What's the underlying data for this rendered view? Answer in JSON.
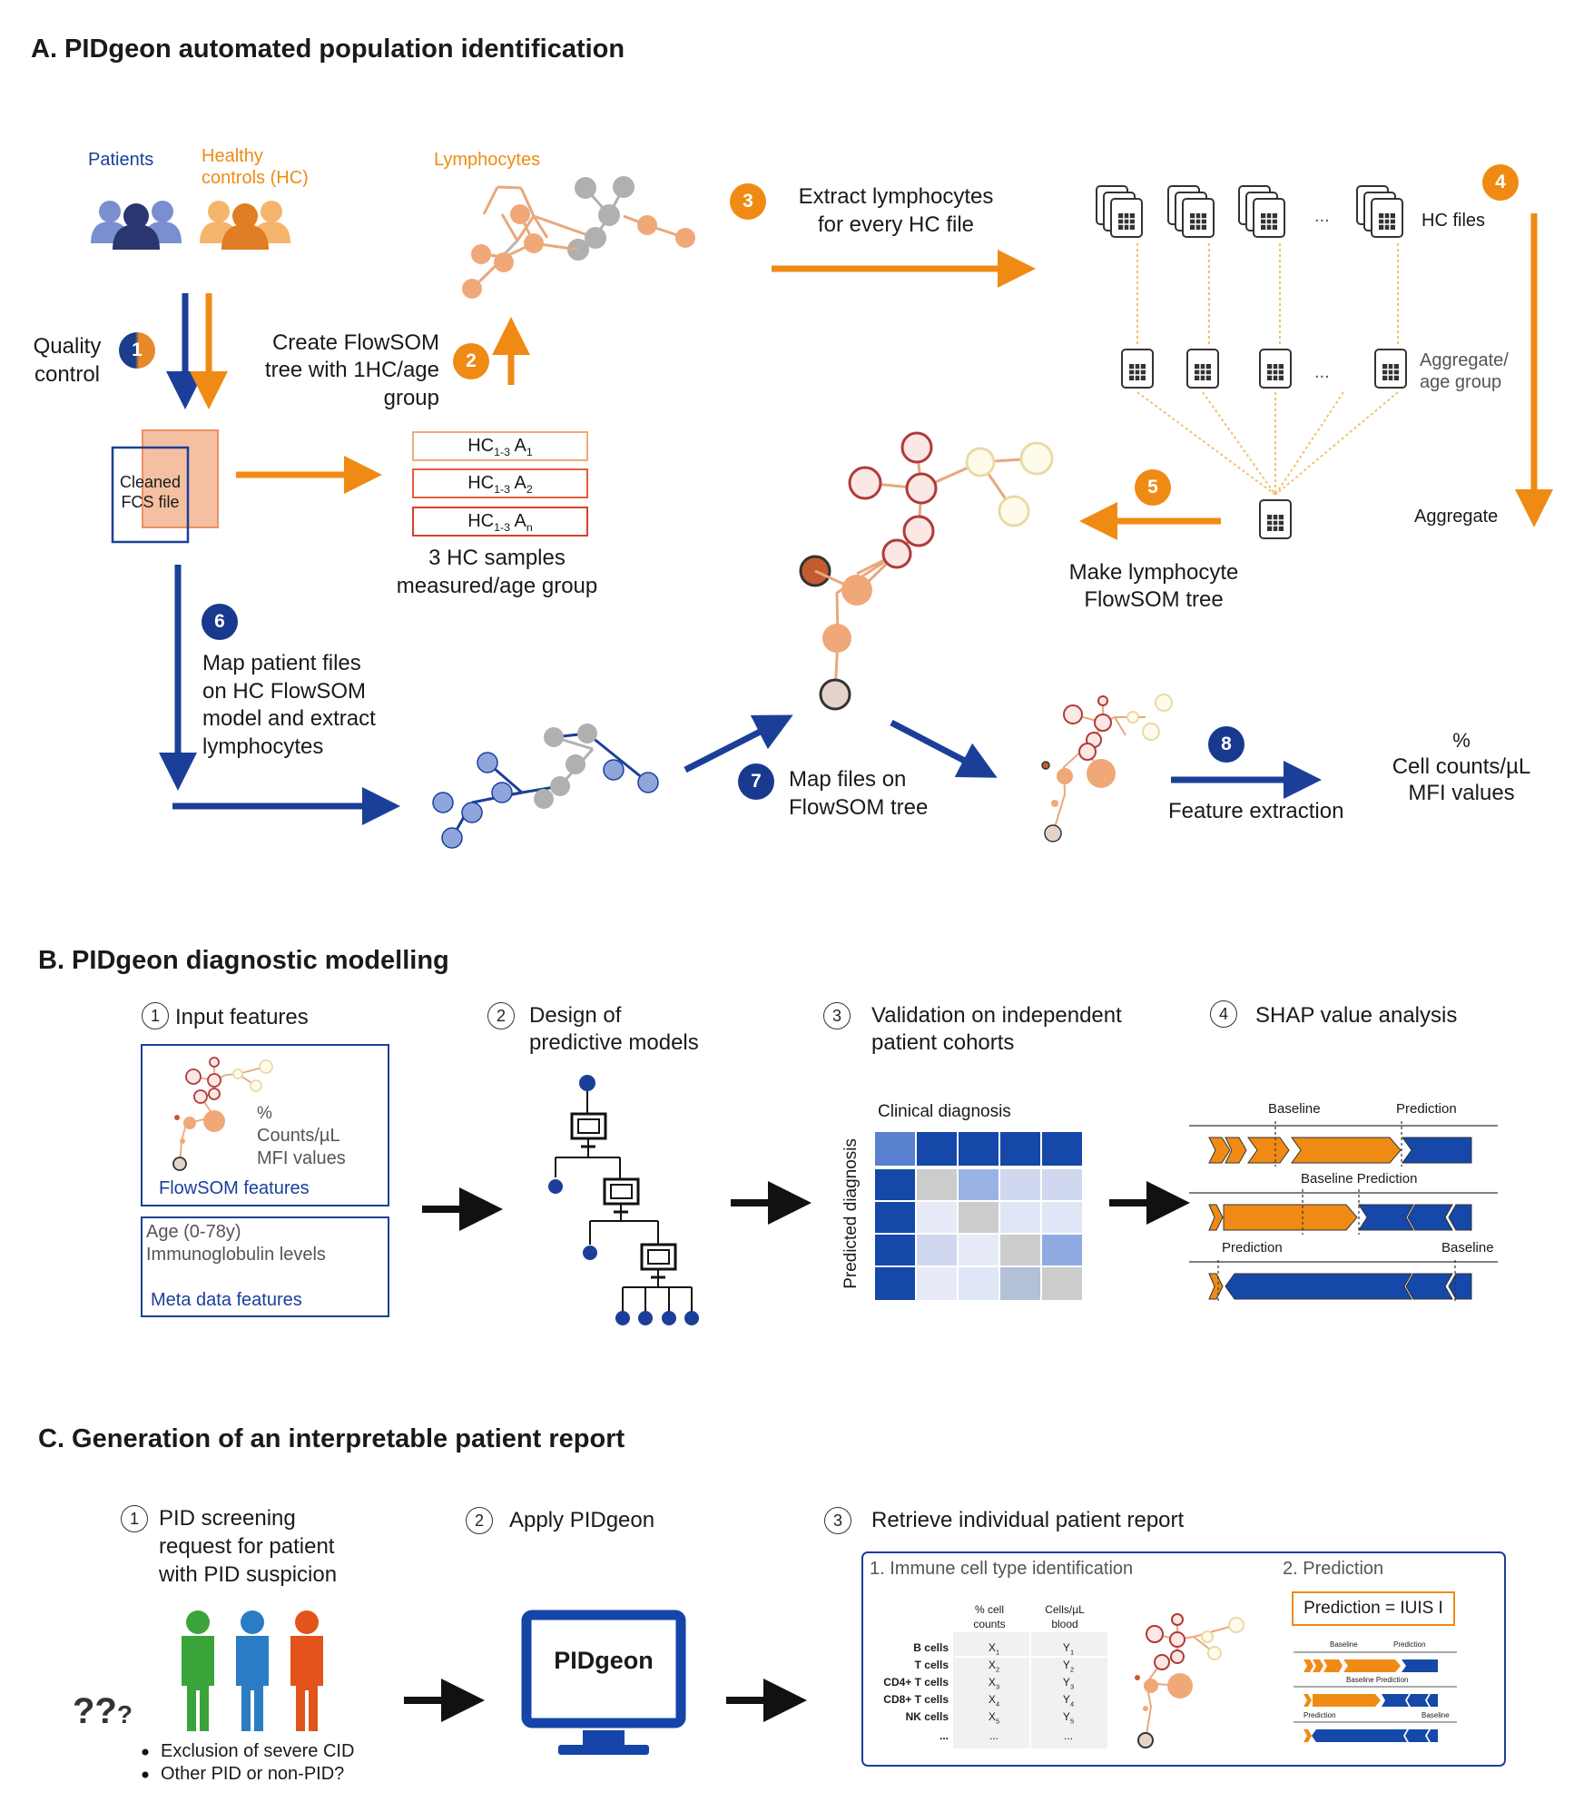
{
  "sectionA": {
    "title": "A. PIDgeon automated population identification",
    "patients_label": "Patients",
    "hc_label_1": "Healthy",
    "hc_label_2": "controls (HC)",
    "lymphocytes_label": "Lymphocytes",
    "step1_badge": "1",
    "step1_label_1": "Quality",
    "step1_label_2": "control",
    "step2_badge": "2",
    "step2_label_1": "Create FlowSOM",
    "step2_label_2": "tree with 1HC/age",
    "step2_label_3": "group",
    "cleaned_1": "Cleaned",
    "cleaned_2": "FCS file",
    "hc_rows": [
      {
        "main": "HC",
        "sub": "1-3",
        "a": "A",
        "asub": "1"
      },
      {
        "main": "HC",
        "sub": "1-3",
        "a": "A",
        "asub": "2"
      },
      {
        "main": "HC",
        "sub": "1-3",
        "a": "A",
        "asub": "n"
      }
    ],
    "hc_samples_1": "3 HC samples",
    "hc_samples_2": "measured/age group",
    "step3_badge": "3",
    "step3_label_1": "Extract lymphocytes",
    "step3_label_2": "for every HC file",
    "hc_files_label": "HC files",
    "ellipsis": "...",
    "step4_badge": "4",
    "aggregate_age_1": "Aggregate/",
    "aggregate_age_2": "age group",
    "aggregate_label": "Aggregate",
    "step5_badge": "5",
    "step5_label_1": "Make lymphocyte",
    "step5_label_2": "FlowSOM tree",
    "step6_badge": "6",
    "step6_label_1": "Map patient files",
    "step6_label_2": "on HC FlowSOM",
    "step6_label_3": "model and extract",
    "step6_label_4": "lymphocytes",
    "step7_badge": "7",
    "step7_label_1": "Map files on",
    "step7_label_2": "FlowSOM tree",
    "step8_badge": "8",
    "step8_label": "Feature extraction",
    "features_1": "%",
    "features_2": "Cell counts/µL",
    "features_3": "MFI values"
  },
  "sectionB": {
    "title": "B. PIDgeon diagnostic modelling",
    "step1_num": "1",
    "step1_label": "Input features",
    "step2_num": "2",
    "step2_label_1": "Design of",
    "step2_label_2": "predictive models",
    "step3_num": "3",
    "step3_label_1": "Validation on independent",
    "step3_label_2": "patient cohorts",
    "step4_num": "4",
    "step4_label": "SHAP value analysis",
    "fs_pct": "%",
    "fs_counts": "Counts/µL",
    "fs_mfi": "MFI values",
    "fs_label": "FlowSOM features",
    "meta_age": "Age (0-78y)",
    "meta_ig": "Immunoglobulin levels",
    "meta_label": "Meta data features",
    "clinical_diagnosis": "Clinical diagnosis",
    "predicted_diagnosis": "Predicted diagnosis",
    "shap_baseline": "Baseline",
    "shap_prediction": "Prediction",
    "shap_row2": "Baseline Prediction"
  },
  "sectionC": {
    "title": "C. Generation of an interpretable patient report",
    "step1_num": "1",
    "step1_label_1": "PID screening",
    "step1_label_2": "request for patient",
    "step1_label_3": "with PID suspicion",
    "question_marks": "??",
    "bullet_1": "Exclusion of severe CID",
    "bullet_2": "Other PID or non-PID?",
    "step2_num": "2",
    "step2_label": "Apply PIDgeon",
    "monitor_label": "PIDgeon",
    "step3_num": "3",
    "step3_label": "Retrieve individual patient report",
    "report_part1": "1.  Immune cell type identification",
    "report_part2": "2. Prediction",
    "col1_1": "% cell",
    "col1_2": "counts",
    "col2_1": "Cells/µL",
    "col2_2": "blood",
    "rows": [
      {
        "name": "B cells",
        "x": "X",
        "xs": "1",
        "y": "Y",
        "ys": "1"
      },
      {
        "name": "T cells",
        "x": "X",
        "xs": "2",
        "y": "Y",
        "ys": "2"
      },
      {
        "name": "CD4+ T cells",
        "x": "X",
        "xs": "3",
        "y": "Y",
        "ys": "3"
      },
      {
        "name": "CD8+ T cells",
        "x": "X",
        "xs": "4",
        "y": "Y",
        "ys": "4"
      },
      {
        "name": "NK cells",
        "x": "X",
        "xs": "5",
        "y": "Y",
        "ys": "5"
      },
      {
        "name": "...",
        "x": "...",
        "xs": "",
        "y": "...",
        "ys": ""
      }
    ],
    "prediction_box": "Prediction = IUIS I"
  },
  "colors": {
    "orange": "#ef8b14",
    "blue": "#1b3f99",
    "navy": "#173a8f",
    "green": "#3aa33a",
    "skyblue": "#2a7cc4",
    "rust": "#e2541b"
  }
}
